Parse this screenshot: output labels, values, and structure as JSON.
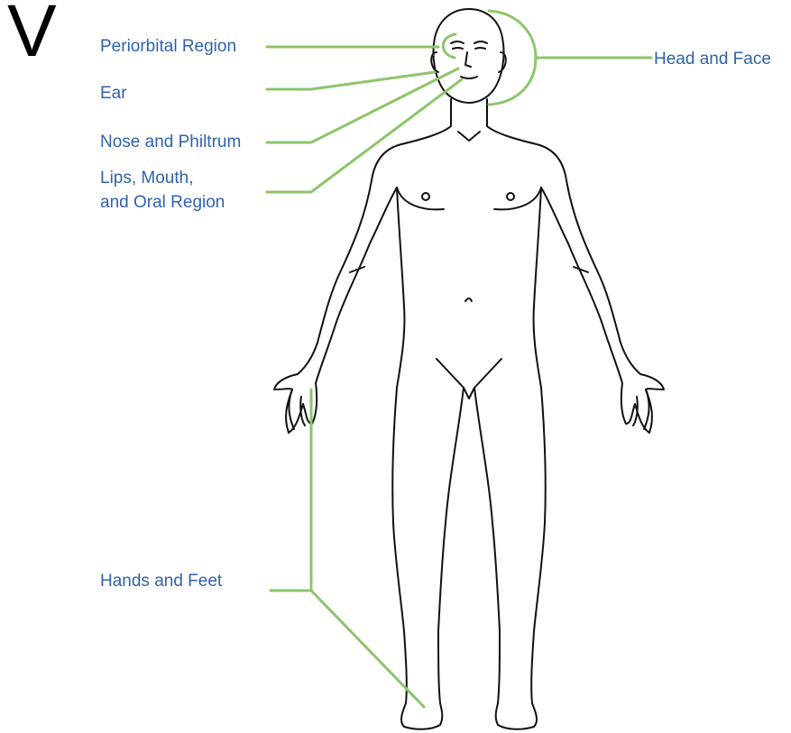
{
  "panel_letter": "V",
  "colors": {
    "label_text": "#2f62ad",
    "leader_line": "#8cc56b",
    "figure_outline": "#111111",
    "background": "#ffffff"
  },
  "labels": {
    "periorbital": "Periorbital Region",
    "ear": "Ear",
    "nose": "Nose and Philtrum",
    "lips_line1": "Lips, Mouth,",
    "lips_line2": "and Oral Region",
    "head_face": "Head and Face",
    "hands_feet": "Hands and Feet"
  }
}
